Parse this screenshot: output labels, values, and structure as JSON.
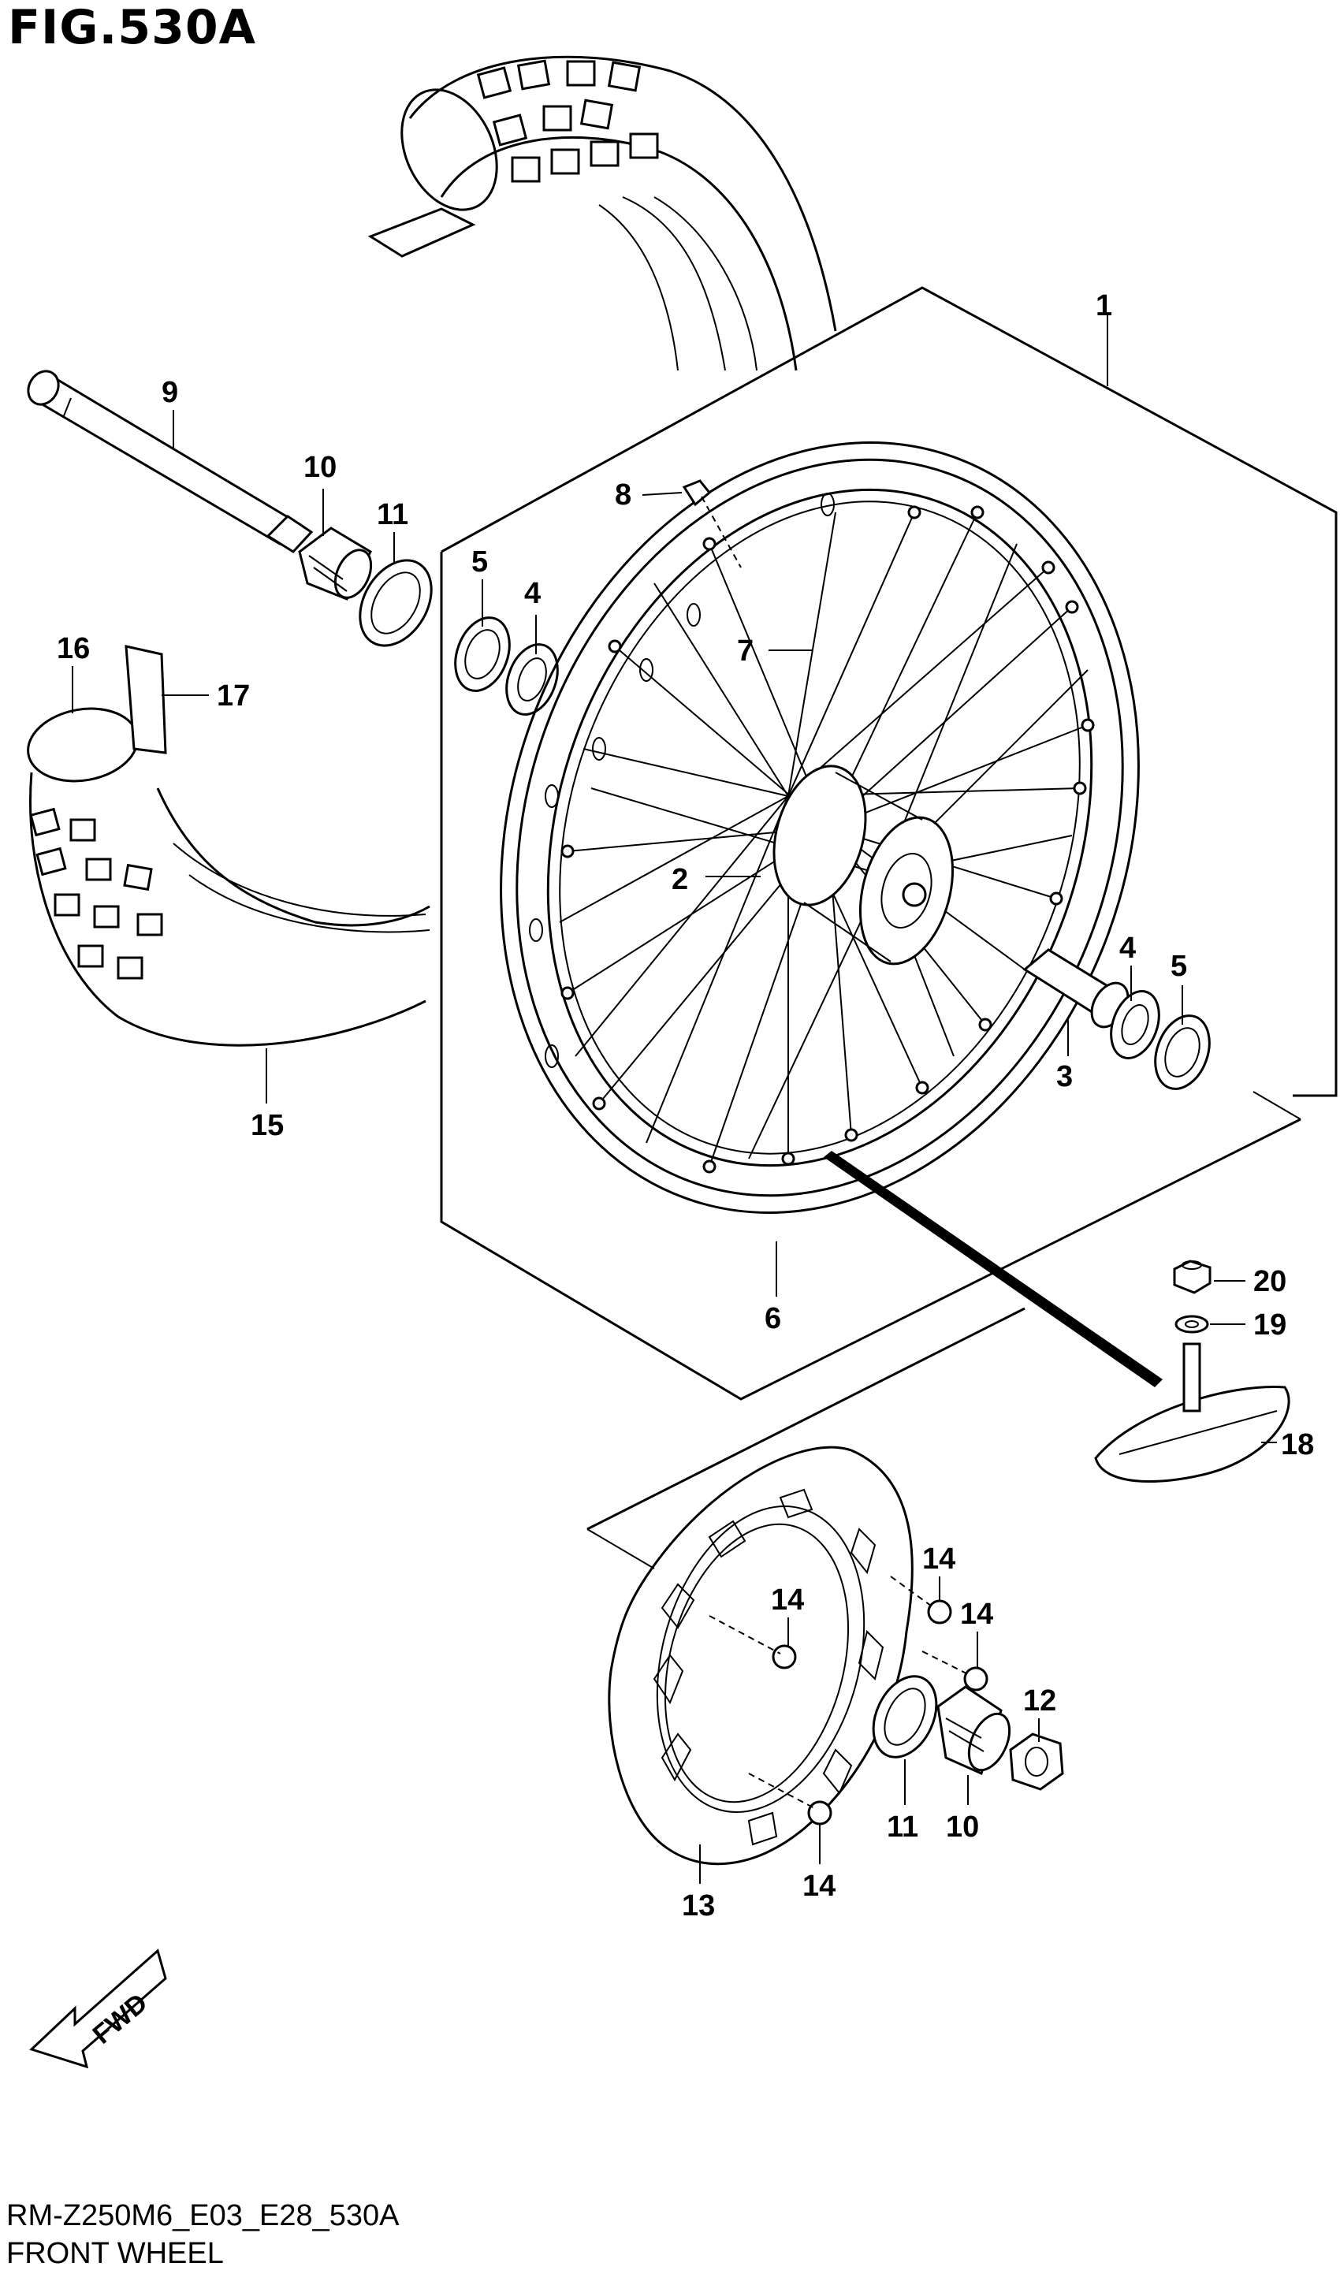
{
  "figure": {
    "title": "FIG.530A",
    "model_code": "RM-Z250M6_E03_E28_530A",
    "section_name": "FRONT WHEEL",
    "direction_badge": "FWD"
  },
  "callouts": [
    {
      "id": "c1",
      "text": "1"
    },
    {
      "id": "c2",
      "text": "2"
    },
    {
      "id": "c3",
      "text": "3"
    },
    {
      "id": "c4a",
      "text": "4"
    },
    {
      "id": "c4b",
      "text": "4"
    },
    {
      "id": "c5a",
      "text": "5"
    },
    {
      "id": "c5b",
      "text": "5"
    },
    {
      "id": "c6",
      "text": "6"
    },
    {
      "id": "c7",
      "text": "7"
    },
    {
      "id": "c8",
      "text": "8"
    },
    {
      "id": "c9",
      "text": "9"
    },
    {
      "id": "c10a",
      "text": "10"
    },
    {
      "id": "c10b",
      "text": "10"
    },
    {
      "id": "c11a",
      "text": "11"
    },
    {
      "id": "c11b",
      "text": "11"
    },
    {
      "id": "c12",
      "text": "12"
    },
    {
      "id": "c13",
      "text": "13"
    },
    {
      "id": "c14a",
      "text": "14"
    },
    {
      "id": "c14b",
      "text": "14"
    },
    {
      "id": "c14c",
      "text": "14"
    },
    {
      "id": "c14d",
      "text": "14"
    },
    {
      "id": "c15",
      "text": "15"
    },
    {
      "id": "c16",
      "text": "16"
    },
    {
      "id": "c17",
      "text": "17"
    },
    {
      "id": "c18",
      "text": "18"
    },
    {
      "id": "c19",
      "text": "19"
    },
    {
      "id": "c20",
      "text": "20"
    }
  ]
}
